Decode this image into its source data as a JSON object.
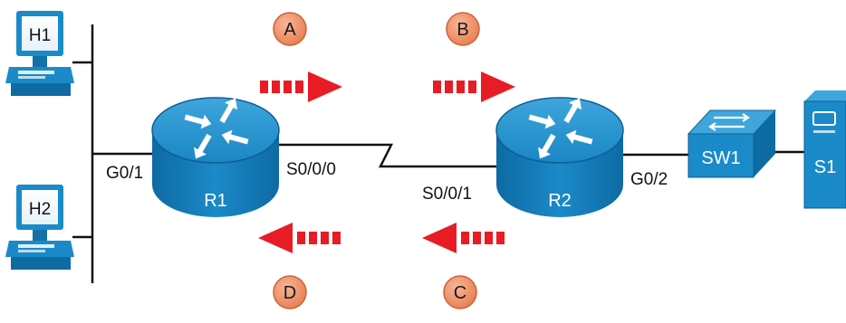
{
  "hosts": [
    {
      "label": "H1"
    },
    {
      "label": "H2"
    }
  ],
  "routers": [
    {
      "label": "R1"
    },
    {
      "label": "R2"
    }
  ],
  "switch": {
    "label": "SW1"
  },
  "server": {
    "label": "S1"
  },
  "interfaces": {
    "r1_lan": "G0/1",
    "r1_serial": "S0/0/0",
    "r2_serial": "S0/0/1",
    "r2_lan": "G0/2"
  },
  "steps": [
    {
      "label": "A"
    },
    {
      "label": "B"
    },
    {
      "label": "C"
    },
    {
      "label": "D"
    }
  ],
  "colors": {
    "device_blue": "#1b8ac8",
    "device_dark": "#0d5f93",
    "arrow_red": "#e81c24",
    "step_orange": "#ee8a62",
    "cable": "#111111"
  }
}
